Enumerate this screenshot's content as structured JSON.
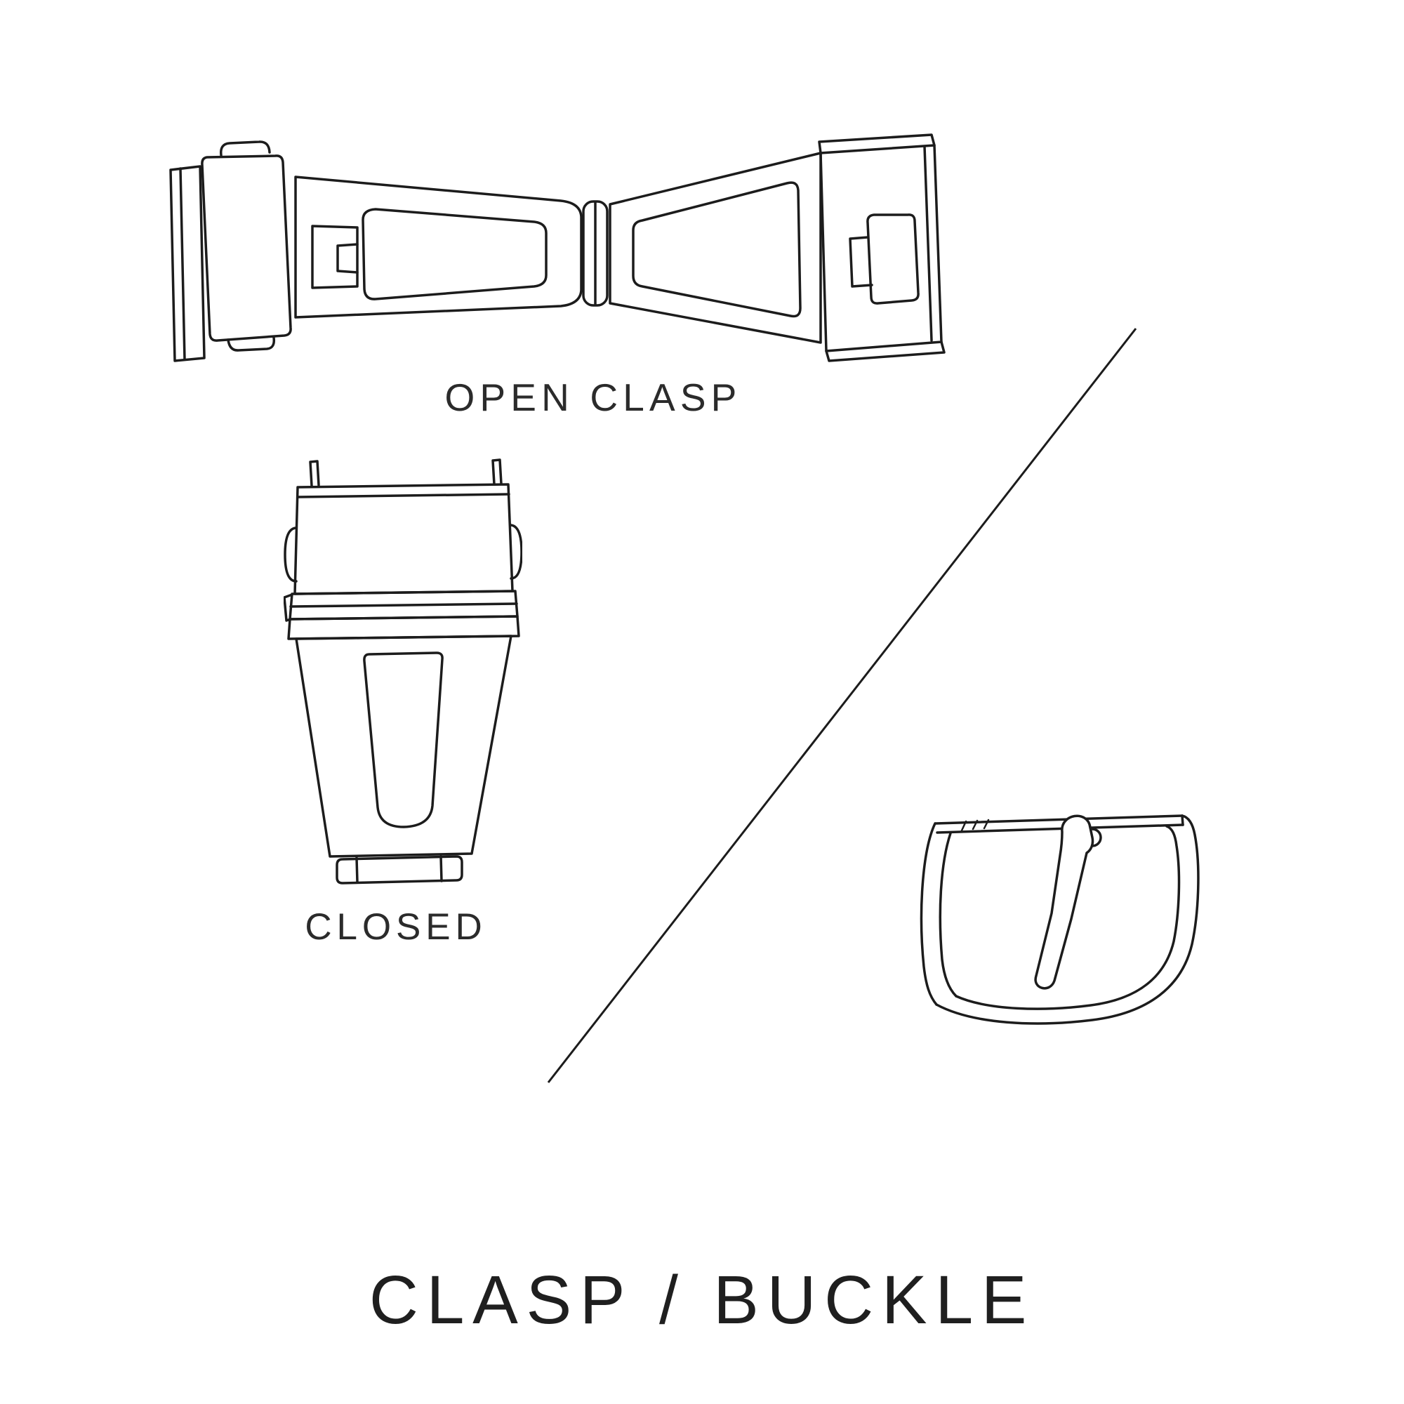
{
  "page": {
    "background": "#ffffff",
    "line_color": "#1c1c1c",
    "text_color": "#2b2b2b"
  },
  "figures": {
    "open_clasp": {
      "label": "OPEN CLASP",
      "icon": "open-clasp-illustration"
    },
    "closed_clasp": {
      "label": "CLOSED",
      "icon": "closed-clasp-illustration"
    },
    "buckle": {
      "icon": "tang-buckle-illustration"
    }
  },
  "divider": {
    "icon": "diagonal-divider-line"
  },
  "title": "CLASP / BUCKLE"
}
